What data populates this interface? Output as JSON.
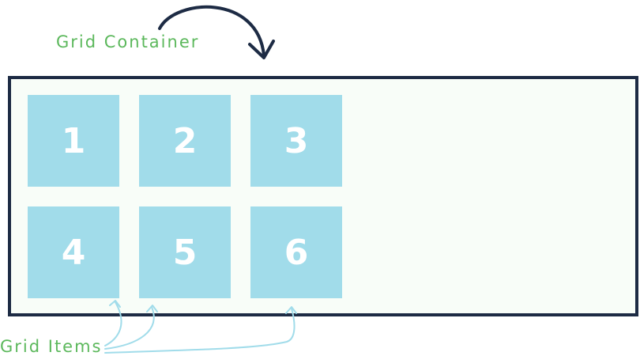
{
  "labels": {
    "container": "Grid Container",
    "items": "Grid Items"
  },
  "grid_items": [
    "1",
    "2",
    "3",
    "4",
    "5",
    "6"
  ],
  "colors": {
    "container_border": "#1d2b44",
    "container_background": "#f8fdf8",
    "item_background": "#a1dcea",
    "item_text": "#ffffff",
    "label_text": "#5cb85c",
    "container_arrow": "#1d2b44",
    "item_arrows": "#a1dcea"
  }
}
